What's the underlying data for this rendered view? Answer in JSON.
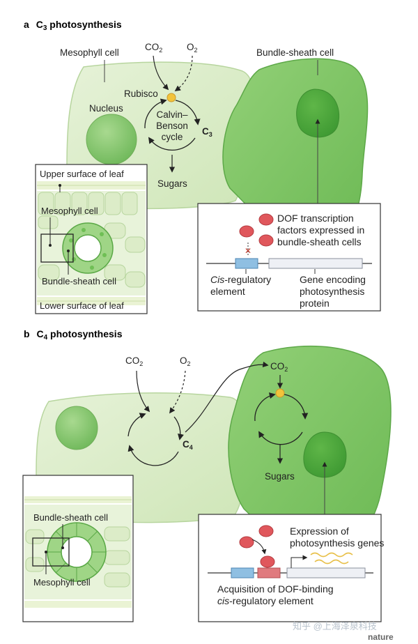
{
  "panel_a": {
    "letter": "a",
    "title_main": "C",
    "title_sub": "3",
    "title_rest": " photosynthesis",
    "mesophyll_label": "Mesophyll cell",
    "bundle_label": "Bundle-sheath cell",
    "nucleus_label": "Nucleus",
    "rubisco_label": "Rubisco",
    "co2_main": "CO",
    "co2_sub": "2",
    "o2_main": "O",
    "o2_sub": "2",
    "cycle_line1": "Calvin–",
    "cycle_line2": "Benson",
    "cycle_line3": "cycle",
    "c3_main": "C",
    "c3_sub": "3",
    "sugars_label": "Sugars",
    "inset": {
      "upper_surface": "Upper surface of leaf",
      "mesophyll": "Mesophyll cell",
      "bundle": "Bundle-sheath cell",
      "lower_surface": "Lower surface of leaf"
    },
    "callout": {
      "dof_line1": "DOF transcription",
      "dof_line2": "factors expressed in",
      "dof_line3": "bundle-sheath cells",
      "cis_italic": "Cis",
      "cis_rest": "-regulatory",
      "cis_line2": "element",
      "gene_line1": "Gene encoding",
      "gene_line2": "photosynthesis",
      "gene_line3": "protein"
    }
  },
  "panel_b": {
    "letter": "b",
    "title_main": "C",
    "title_sub": "4",
    "title_rest": " photosynthesis",
    "co2_main": "CO",
    "co2_sub": "2",
    "o2_main": "O",
    "o2_sub": "2",
    "co2_bundle_main": "CO",
    "co2_bundle_sub": "2",
    "c4_main": "C",
    "c4_sub": "4",
    "sugars_label": "Sugars",
    "inset": {
      "bundle": "Bundle-sheath cell",
      "mesophyll": "Mesophyll cell"
    },
    "callout": {
      "expr_line1": "Expression of",
      "expr_line2": "photosynthesis genes",
      "acq_line1": "Acquisition of DOF-binding",
      "acq_italic": "cis",
      "acq_rest": "-regulatory element"
    }
  },
  "watermark": "知乎 @上海泽泉科技",
  "logo": "nature",
  "colors": {
    "meso_fill": "#d9ebc6",
    "bundle_fill": "#7cc462",
    "nucleus": "#8bc970",
    "rubisco": "#f2c33a",
    "dof": "#e0575c",
    "cis_box": "#8fbfe2",
    "dof_site": "#e07a7e",
    "mrna": "#e8c04a"
  }
}
